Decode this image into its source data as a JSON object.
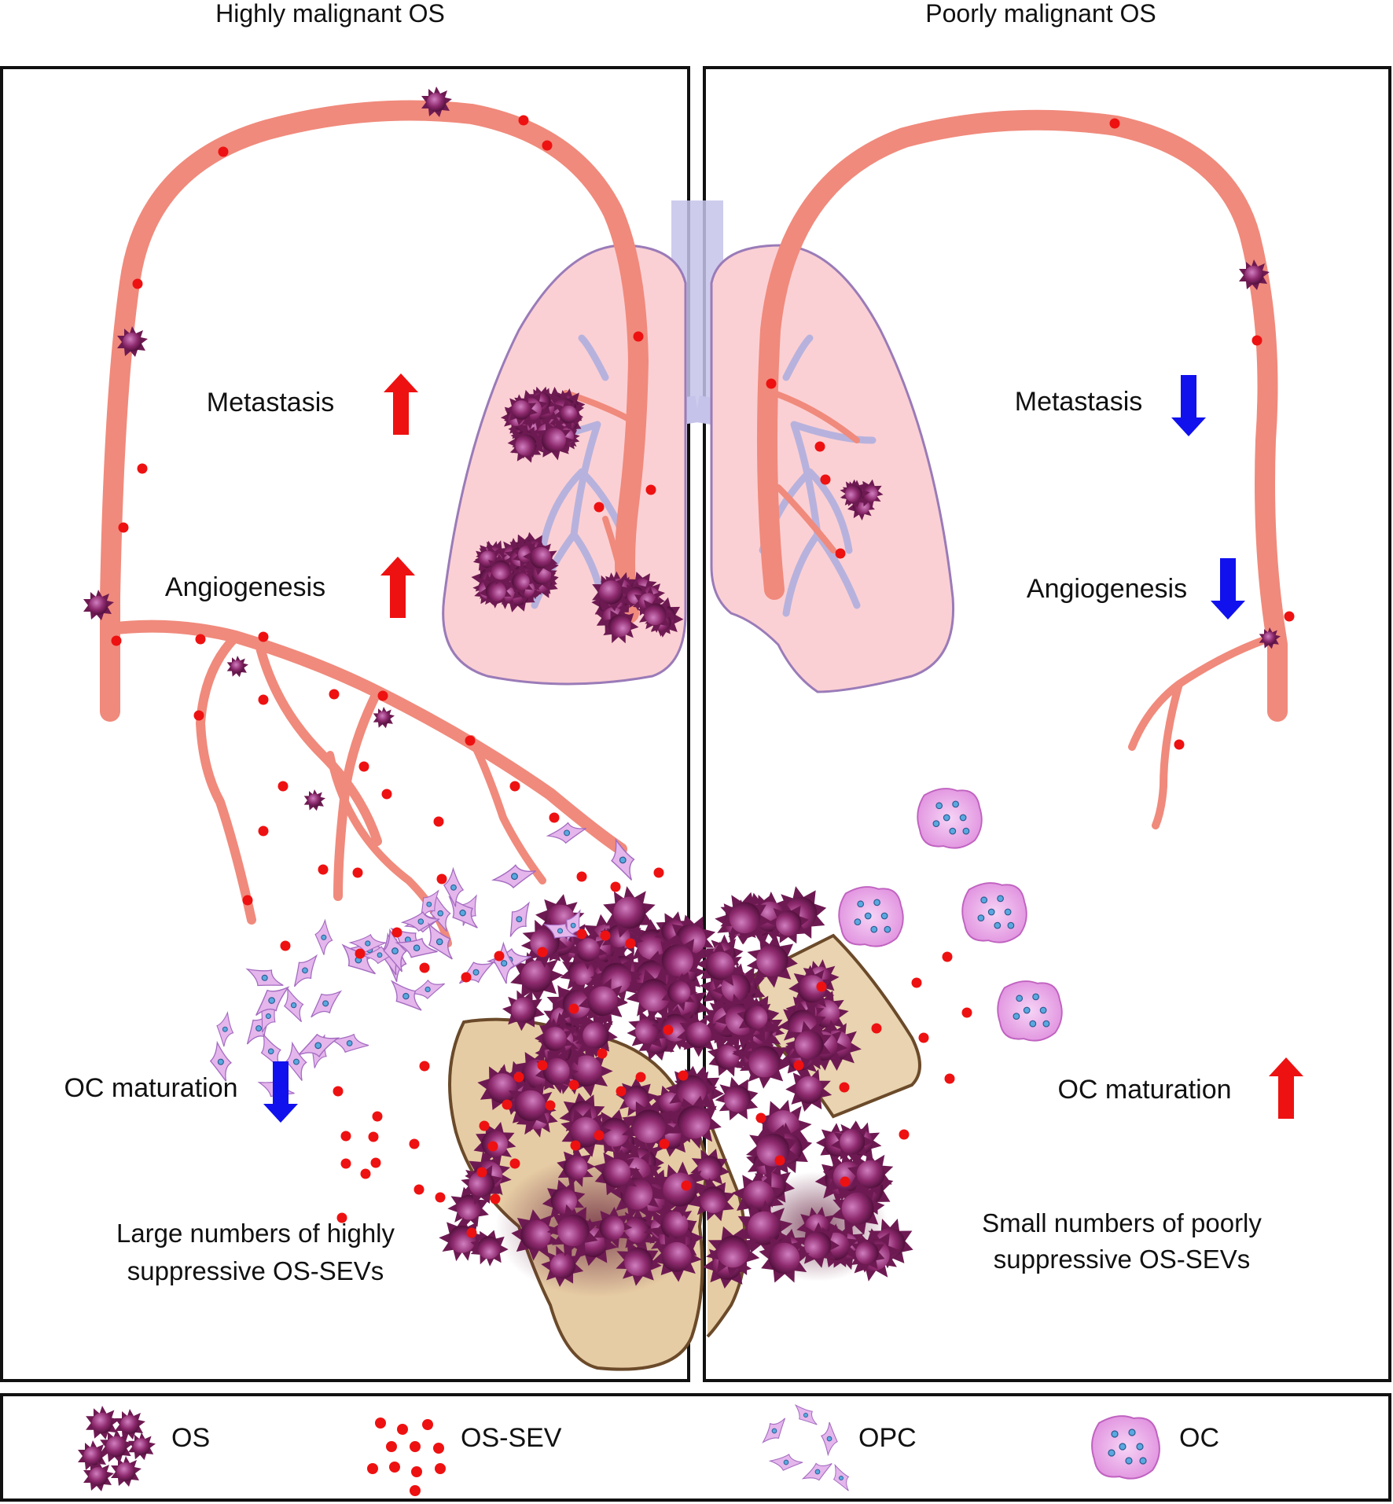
{
  "titles": {
    "left": "Highly malignant OS",
    "right": "Poorly malignant OS"
  },
  "left_panel": {
    "metastasis": "Metastasis",
    "angiogenesis": "Angiogenesis",
    "oc_maturation": "OC maturation",
    "caption_line1": "Large numbers of highly",
    "caption_line2": "suppressive OS-SEVs"
  },
  "right_panel": {
    "metastasis": "Metastasis",
    "angiogenesis": "Angiogenesis",
    "oc_maturation": "OC maturation",
    "caption_line1": "Small numbers of poorly",
    "caption_line2": "suppressive OS-SEVs"
  },
  "legend": {
    "os": "OS",
    "os_sev": "OS-SEV",
    "opc": "OPC",
    "oc": "OC"
  },
  "colors": {
    "vessel": "#f08a7c",
    "sev_dot": "#ee1111",
    "up_arrow": "#ee1111",
    "down_arrow": "#1111ee",
    "lung_fill": "#fbd0d4",
    "lung_stroke": "#9a7bb8",
    "airway": "#b8b4e0",
    "tumor": "#8a2468",
    "bone": "#e8cfa8",
    "oc_cell": "#e9a6e8"
  }
}
